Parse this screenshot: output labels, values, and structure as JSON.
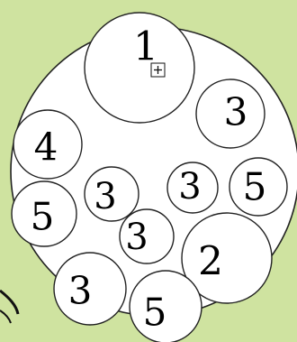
{
  "colors": {
    "background": "#cfe3a0",
    "circle_fill": "#ffffff",
    "stroke": "#222222",
    "text": "#000000"
  },
  "puzzle": {
    "cursor_icon": "move-cursor-icon",
    "circles": [
      {
        "id": "c1",
        "label": "1"
      },
      {
        "id": "c2",
        "label": "3"
      },
      {
        "id": "c3",
        "label": "4"
      },
      {
        "id": "c4",
        "label": "5"
      },
      {
        "id": "c5",
        "label": "3"
      },
      {
        "id": "c6",
        "label": "3"
      },
      {
        "id": "c7",
        "label": "5"
      },
      {
        "id": "c8",
        "label": "3"
      },
      {
        "id": "c9",
        "label": "2"
      },
      {
        "id": "c10",
        "label": "3"
      },
      {
        "id": "c11",
        "label": "5"
      }
    ]
  }
}
